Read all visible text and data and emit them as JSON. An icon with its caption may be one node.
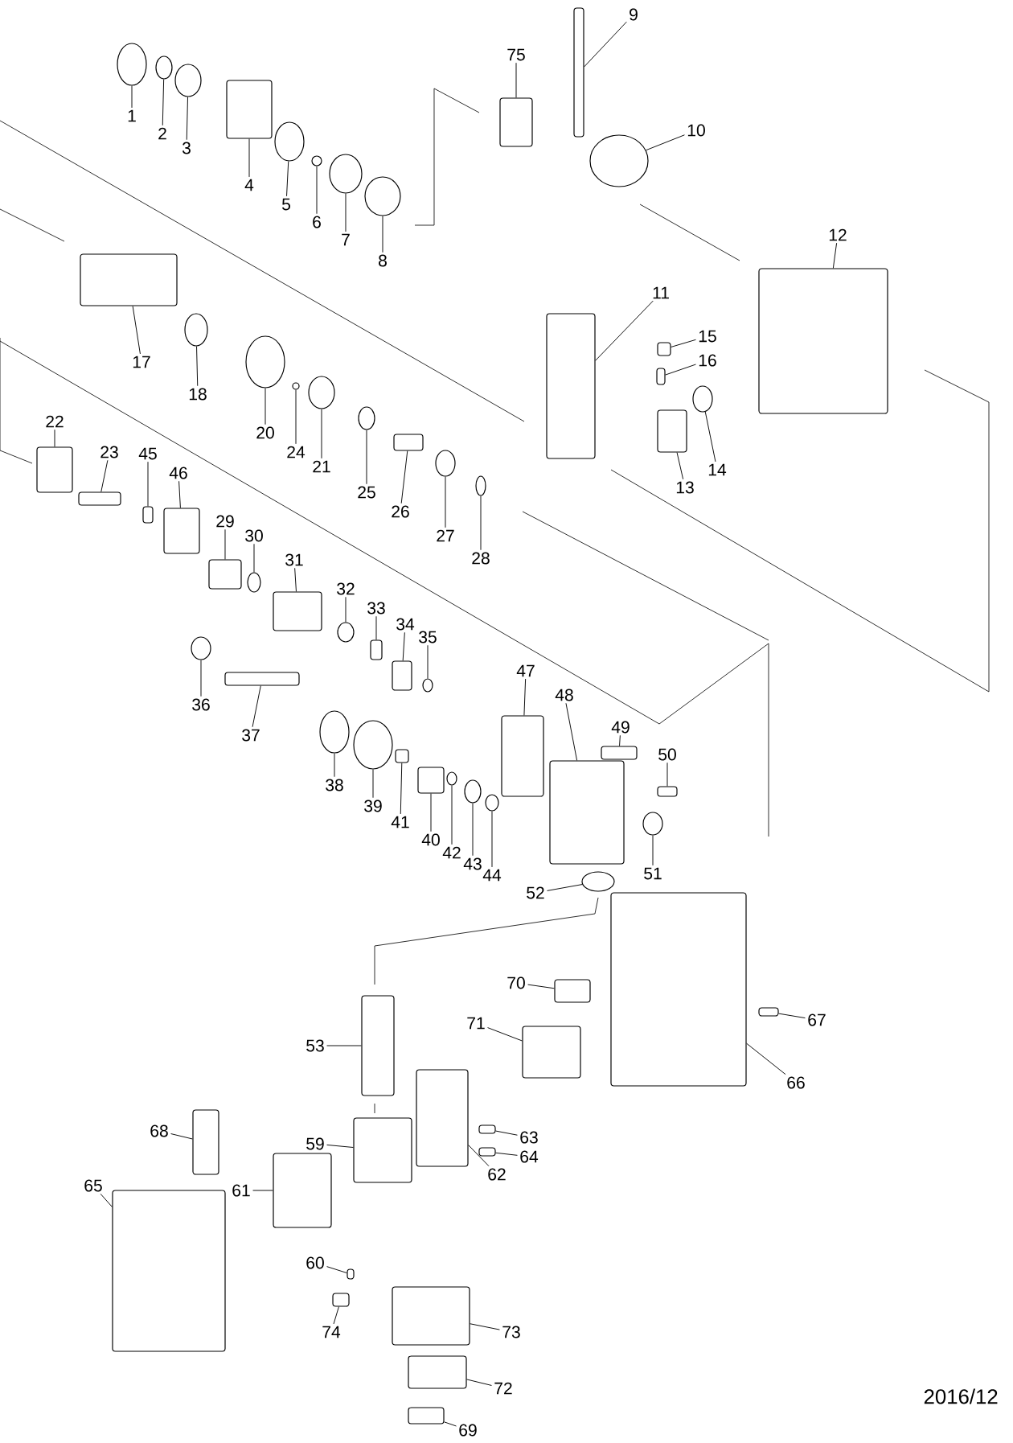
{
  "diagram": {
    "nodes": [
      {
        "text": [
          "1"
        ]
      },
      {
        "text": [
          "2"
        ]
      },
      {
        "text": [
          "3"
        ]
      },
      {
        "text": [
          "4"
        ]
      },
      {
        "text": [
          "5"
        ]
      },
      {
        "text": [
          "6"
        ]
      },
      {
        "text": [
          "7"
        ]
      },
      {
        "text": [
          "8"
        ]
      },
      {
        "text": [
          "9"
        ]
      },
      {
        "text": [
          "10"
        ]
      },
      {
        "text": [
          "11"
        ]
      },
      {
        "text": [
          "12"
        ]
      },
      {
        "text": [
          "13"
        ]
      },
      {
        "text": [
          "14"
        ]
      },
      {
        "text": [
          "15"
        ]
      },
      {
        "text": [
          "16"
        ]
      },
      {
        "text": [
          "17"
        ]
      },
      {
        "text": [
          "18"
        ]
      },
      {
        "text": [
          "20"
        ]
      },
      {
        "text": [
          "21"
        ]
      },
      {
        "text": [
          "22"
        ]
      },
      {
        "text": [
          "23"
        ]
      },
      {
        "text": [
          "24"
        ]
      },
      {
        "text": [
          "25"
        ]
      },
      {
        "text": [
          "26"
        ]
      },
      {
        "text": [
          "27"
        ]
      },
      {
        "text": [
          "28"
        ]
      },
      {
        "text": [
          "29"
        ]
      },
      {
        "text": [
          "30"
        ]
      },
      {
        "text": [
          "31"
        ]
      },
      {
        "text": [
          "32"
        ]
      },
      {
        "text": [
          "33"
        ]
      },
      {
        "text": [
          "34"
        ]
      },
      {
        "text": [
          "35"
        ]
      },
      {
        "text": [
          "36"
        ]
      },
      {
        "text": [
          "37"
        ]
      },
      {
        "text": [
          "38"
        ]
      },
      {
        "text": [
          "39"
        ]
      },
      {
        "text": [
          "40"
        ]
      },
      {
        "text": [
          "41"
        ]
      },
      {
        "text": [
          "42"
        ]
      },
      {
        "text": [
          "43"
        ]
      },
      {
        "text": [
          "44"
        ]
      },
      {
        "text": [
          "45"
        ]
      },
      {
        "text": [
          "46"
        ]
      },
      {
        "text": [
          "47"
        ]
      },
      {
        "text": [
          "48"
        ]
      },
      {
        "text": [
          "49"
        ]
      },
      {
        "text": [
          "50"
        ]
      },
      {
        "text": [
          "51"
        ]
      },
      {
        "text": [
          "52"
        ]
      },
      {
        "text": [
          "53"
        ]
      },
      {
        "text": [
          "59"
        ]
      },
      {
        "text": [
          "60"
        ]
      },
      {
        "text": [
          "61"
        ]
      },
      {
        "text": [
          "62"
        ]
      },
      {
        "text": [
          "63"
        ]
      },
      {
        "text": [
          "64"
        ]
      },
      {
        "text": [
          "65"
        ]
      },
      {
        "text": [
          "66"
        ]
      },
      {
        "text": [
          "67"
        ]
      },
      {
        "text": [
          "68"
        ]
      },
      {
        "text": [
          "69"
        ]
      },
      {
        "text": [
          "70"
        ]
      },
      {
        "text": [
          "71"
        ]
      },
      {
        "text": [
          "72"
        ]
      },
      {
        "text": [
          "73"
        ]
      },
      {
        "text": [
          "74"
        ]
      },
      {
        "text": [
          "75"
        ]
      },
      {
        "text": [],
        "shape": "circle"
      },
      {
        "text": [],
        "shape": "circle"
      },
      {
        "text": [],
        "shape": "circle"
      },
      {
        "text": [],
        "shape": "box"
      },
      {
        "text": [],
        "shape": "circle"
      },
      {
        "text": [],
        "shape": "circle"
      },
      {
        "text": [],
        "shape": "circle"
      },
      {
        "text": [],
        "shape": "circle"
      },
      {
        "text": [],
        "shape": "box"
      },
      {
        "text": [],
        "shape": "circle"
      },
      {
        "text": [],
        "shape": "box"
      },
      {
        "text": [],
        "shape": "box"
      },
      {
        "text": [],
        "shape": "box"
      },
      {
        "text": [],
        "shape": "circle"
      },
      {
        "text": [],
        "shape": "box"
      },
      {
        "text": [],
        "shape": "box"
      },
      {
        "text": [],
        "shape": "box"
      },
      {
        "text": [],
        "shape": "circle"
      },
      {
        "text": [],
        "shape": "circle"
      },
      {
        "text": [],
        "shape": "circle"
      },
      {
        "text": [],
        "shape": "box"
      },
      {
        "text": [],
        "shape": "box"
      },
      {
        "text": [],
        "shape": "circle"
      },
      {
        "text": [],
        "shape": "circle"
      },
      {
        "text": [],
        "shape": "box"
      },
      {
        "text": [],
        "shape": "circle"
      },
      {
        "text": [],
        "shape": "circle"
      },
      {
        "text": [],
        "shape": "box"
      },
      {
        "text": [],
        "shape": "circle"
      },
      {
        "text": [],
        "shape": "box"
      },
      {
        "text": [],
        "shape": "circle"
      },
      {
        "text": [],
        "shape": "box"
      },
      {
        "text": [],
        "shape": "box"
      },
      {
        "text": [],
        "shape": "circle"
      },
      {
        "text": [],
        "shape": "circle"
      },
      {
        "text": [],
        "shape": "box"
      },
      {
        "text": [],
        "shape": "circle"
      },
      {
        "text": [],
        "shape": "circle"
      },
      {
        "text": [],
        "shape": "box"
      },
      {
        "text": [],
        "shape": "box"
      },
      {
        "text": [],
        "shape": "circle"
      },
      {
        "text": [],
        "shape": "circle"
      },
      {
        "text": [],
        "shape": "circle"
      },
      {
        "text": [],
        "shape": "box"
      },
      {
        "text": [],
        "shape": "box"
      },
      {
        "text": [],
        "shape": "box"
      },
      {
        "text": [],
        "shape": "box"
      },
      {
        "text": [],
        "shape": "box"
      },
      {
        "text": [],
        "shape": "box"
      },
      {
        "text": [],
        "shape": "circle"
      },
      {
        "text": [],
        "shape": "circle"
      },
      {
        "text": [],
        "shape": "box"
      },
      {
        "text": [],
        "shape": "box"
      },
      {
        "text": [],
        "shape": "box"
      },
      {
        "text": [],
        "shape": "box"
      },
      {
        "text": [],
        "shape": "box"
      },
      {
        "text": [],
        "shape": "box"
      },
      {
        "text": [],
        "shape": "box"
      },
      {
        "text": [],
        "shape": "box"
      },
      {
        "text": [],
        "shape": "box"
      },
      {
        "text": [],
        "shape": "box"
      },
      {
        "text": [],
        "shape": "box"
      },
      {
        "text": [],
        "shape": "box"
      },
      {
        "text": [],
        "shape": "box"
      },
      {
        "text": [],
        "shape": "box"
      },
      {
        "text": [],
        "shape": "box"
      },
      {
        "text": [],
        "shape": "box"
      },
      {
        "text": [],
        "shape": "box"
      },
      {
        "text": [],
        "shape": "box"
      }
    ],
    "edges": [
      {
        "from": 0,
        "to": 69,
        "arrow": "none"
      },
      {
        "from": 1,
        "to": 70,
        "arrow": "none"
      },
      {
        "from": 2,
        "to": 71,
        "arrow": "none"
      },
      {
        "from": 3,
        "to": 72,
        "arrow": "none"
      },
      {
        "from": 4,
        "to": 73,
        "arrow": "none"
      },
      {
        "from": 5,
        "to": 74,
        "arrow": "none"
      },
      {
        "from": 6,
        "to": 75,
        "arrow": "none"
      },
      {
        "from": 7,
        "to": 76,
        "arrow": "none"
      },
      {
        "from": 8,
        "to": 77,
        "arrow": "none"
      },
      {
        "from": 9,
        "to": 78,
        "arrow": "none"
      },
      {
        "from": 10,
        "to": 79,
        "arrow": "none"
      },
      {
        "from": 11,
        "to": 80,
        "arrow": "none"
      },
      {
        "from": 12,
        "to": 81,
        "arrow": "none"
      },
      {
        "from": 13,
        "to": 82,
        "arrow": "none"
      },
      {
        "from": 14,
        "to": 83,
        "arrow": "none"
      },
      {
        "from": 15,
        "to": 84,
        "arrow": "none"
      },
      {
        "from": 16,
        "to": 85,
        "arrow": "none"
      },
      {
        "from": 17,
        "to": 86,
        "arrow": "none"
      },
      {
        "from": 18,
        "to": 87,
        "arrow": "none"
      },
      {
        "from": 19,
        "to": 88,
        "arrow": "none"
      },
      {
        "from": 20,
        "to": 89,
        "arrow": "none"
      },
      {
        "from": 21,
        "to": 90,
        "arrow": "none"
      },
      {
        "from": 22,
        "to": 91,
        "arrow": "none"
      },
      {
        "from": 23,
        "to": 92,
        "arrow": "none"
      },
      {
        "from": 24,
        "to": 93,
        "arrow": "none"
      },
      {
        "from": 25,
        "to": 94,
        "arrow": "none"
      },
      {
        "from": 26,
        "to": 95,
        "arrow": "none"
      },
      {
        "from": 27,
        "to": 96,
        "arrow": "none"
      },
      {
        "from": 28,
        "to": 97,
        "arrow": "none"
      },
      {
        "from": 29,
        "to": 98,
        "arrow": "none"
      },
      {
        "from": 30,
        "to": 99,
        "arrow": "none"
      },
      {
        "from": 31,
        "to": 100,
        "arrow": "none"
      },
      {
        "from": 32,
        "to": 101,
        "arrow": "none"
      },
      {
        "from": 33,
        "to": 102,
        "arrow": "none"
      },
      {
        "from": 34,
        "to": 103,
        "arrow": "none"
      },
      {
        "from": 35,
        "to": 104,
        "arrow": "none"
      },
      {
        "from": 36,
        "to": 105,
        "arrow": "none"
      },
      {
        "from": 37,
        "to": 106,
        "arrow": "none"
      },
      {
        "from": 38,
        "to": 107,
        "arrow": "none"
      },
      {
        "from": 39,
        "to": 108,
        "arrow": "none"
      },
      {
        "from": 40,
        "to": 109,
        "arrow": "none"
      },
      {
        "from": 41,
        "to": 110,
        "arrow": "none"
      },
      {
        "from": 42,
        "to": 111,
        "arrow": "none"
      },
      {
        "from": 43,
        "to": 112,
        "arrow": "none"
      },
      {
        "from": 44,
        "to": 113,
        "arrow": "none"
      },
      {
        "from": 45,
        "to": 114,
        "arrow": "none"
      },
      {
        "from": 46,
        "to": 115,
        "arrow": "none"
      },
      {
        "from": 47,
        "to": 116,
        "arrow": "none"
      },
      {
        "from": 48,
        "to": 117,
        "arrow": "none"
      },
      {
        "from": 49,
        "to": 118,
        "arrow": "none"
      },
      {
        "from": 50,
        "to": 119,
        "arrow": "none"
      },
      {
        "from": 51,
        "to": 120,
        "arrow": "none"
      },
      {
        "from": 52,
        "to": 121,
        "arrow": "none"
      },
      {
        "from": 53,
        "to": 122,
        "arrow": "none"
      },
      {
        "from": 54,
        "to": 123,
        "arrow": "none"
      },
      {
        "from": 55,
        "to": 124,
        "arrow": "none"
      },
      {
        "from": 56,
        "to": 125,
        "arrow": "none"
      },
      {
        "from": 57,
        "to": 126,
        "arrow": "none"
      },
      {
        "from": 58,
        "to": 127,
        "arrow": "none"
      },
      {
        "from": 59,
        "to": 128,
        "arrow": "none"
      },
      {
        "from": 60,
        "to": 129,
        "arrow": "none"
      },
      {
        "from": 61,
        "to": 130,
        "arrow": "none"
      },
      {
        "from": 62,
        "to": 131,
        "arrow": "none"
      },
      {
        "from": 63,
        "to": 132,
        "arrow": "none"
      },
      {
        "from": 64,
        "to": 133,
        "arrow": "none"
      },
      {
        "from": 65,
        "to": 134,
        "arrow": "none"
      },
      {
        "from": 66,
        "to": 135,
        "arrow": "none"
      },
      {
        "from": 67,
        "to": 136,
        "arrow": "none"
      },
      {
        "from": 68,
        "to": 137,
        "arrow": "none"
      }
    ],
    "labels": [
      "2016/12"
    ]
  }
}
